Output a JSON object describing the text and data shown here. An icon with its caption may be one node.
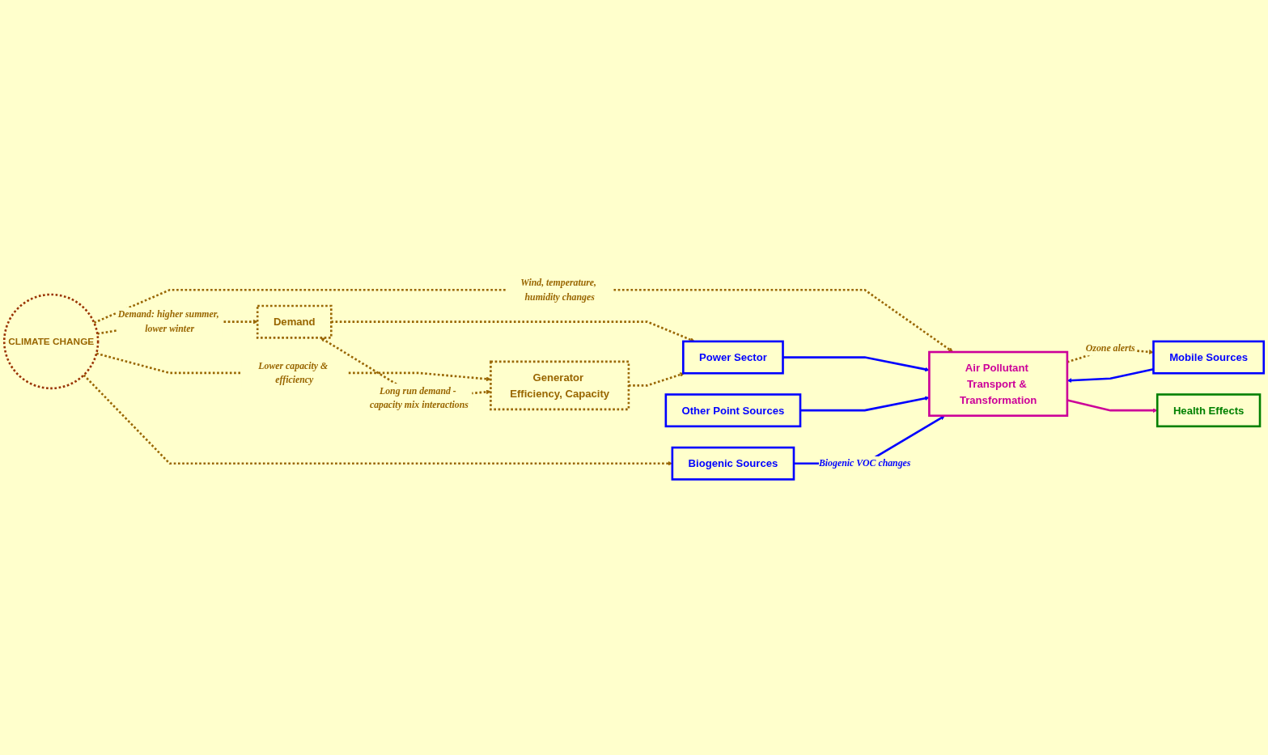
{
  "diagram": {
    "nodes": [
      {
        "text": [
          "CLIMATE CHANGE"
        ]
      },
      {
        "text": [
          "Demand"
        ]
      },
      {
        "text": [
          "Generator Efficiency, Capacity"
        ]
      },
      {
        "text": [
          "Mobile Sources"
        ]
      },
      {
        "text": [
          "Power Sector"
        ]
      },
      {
        "text": [
          "Other Point Sources"
        ]
      },
      {
        "text": [
          "Biogenic Sources"
        ]
      },
      {
        "text": [
          "Air Pollutant Transport & Transformation"
        ]
      },
      {
        "text": [
          "Health Effects"
        ]
      }
    ],
    "edges": [
      {
        "from": 0,
        "to": 7,
        "arrow": "to",
        "style": "dashed",
        "label": "Wind, temperature, humidity changes"
      },
      {
        "from": 0,
        "to": 1,
        "arrow": "to",
        "style": "dashed",
        "label": "Demand: higher summer, lower winter"
      },
      {
        "from": 0,
        "to": 2,
        "arrow": "to",
        "style": "dashed",
        "label": "Lower capacity & efficiency"
      },
      {
        "from": 0,
        "to": 6,
        "arrow": "to",
        "style": "dashed"
      },
      {
        "from": 7,
        "to": 3,
        "arrow": "to",
        "style": "dashed",
        "label": "Ozone alerts"
      },
      {
        "from": 1,
        "to": 2,
        "arrow": "both",
        "style": "dashed",
        "label": "Long run demand - capacity mix interactions"
      },
      {
        "from": 1,
        "to": 4,
        "arrow": "to",
        "style": "dashed"
      },
      {
        "from": 2,
        "to": 4,
        "arrow": "to",
        "style": "dashed"
      },
      {
        "from": 3,
        "to": 7,
        "arrow": "to",
        "color": "#0000ff"
      },
      {
        "from": 4,
        "to": 7,
        "arrow": "to",
        "color": "#0000ff"
      },
      {
        "from": 5,
        "to": 7,
        "arrow": "to",
        "color": "#0000ff"
      },
      {
        "from": 6,
        "to": 7,
        "arrow": "to",
        "color": "#0000ff",
        "label": "Biogenic VOC changes"
      },
      {
        "from": 7,
        "to": 8,
        "arrow": "to",
        "color": "#cc0099"
      }
    ]
  }
}
